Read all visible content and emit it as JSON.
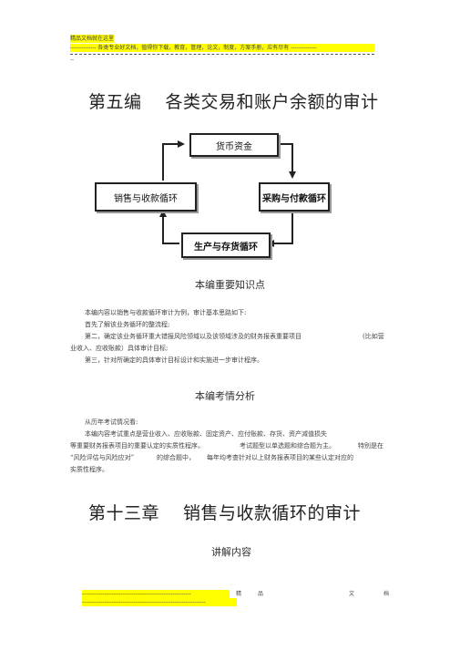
{
  "header": {
    "note": "精品文档就在这里",
    "banner": "-------------- 各类专业好文档，值得你下载，教育，管理，论文，制度，方案手册，应有尽有 --------------",
    "dash_tail": "--"
  },
  "part_title": "第五编　 各类交易和账户余额的审计",
  "diagram": {
    "top": "货币资金",
    "right": "采购与付款循环",
    "bottom": "生产与存货循环",
    "left": "销售与收款循环",
    "colors": {
      "stroke": "#222222",
      "shadow": "#9a9a9a"
    }
  },
  "section1": {
    "title": "本编重要知识点",
    "lines": [
      "本编内容以销售与收款循环审计为例，审计基本思路如下:",
      "首先了解该业务循环的整流程;",
      "第二，确定该业务循环重大错报风险领域以及该领域涉及的财务报表重要项目",
      "(比如营",
      "业收入、应收账款）具体审计目标;",
      "第三，针对所确定的具体审计目标设计和实施进一步审计程序。"
    ]
  },
  "section2": {
    "title": "本编考情分析",
    "lines": [
      "从历年考试情况看:",
      "本编内容考试重点是营业收入、应收账款、固定资产、应付账款、存货、资产减值损失",
      "等重要财务报表项目的重要认定的实质性程序。",
      "考试题型以单选题和综合题为主。",
      "特别是在",
      "“风险评估与风险应对”",
      "的综合题中，",
      "每年均考查针对以上财务报表项目的某些认定对应的",
      "实质性程序。"
    ]
  },
  "chapter_title": "第十三章　 销售与收款循环的审计",
  "chapter_sub": "讲解内容",
  "footer": {
    "dashes": "-----------------------------------------------------------",
    "w1": "精",
    "w2": "品",
    "w3": "文",
    "w4": "档",
    "dashes2": "-------------------------------------------------------------------"
  }
}
